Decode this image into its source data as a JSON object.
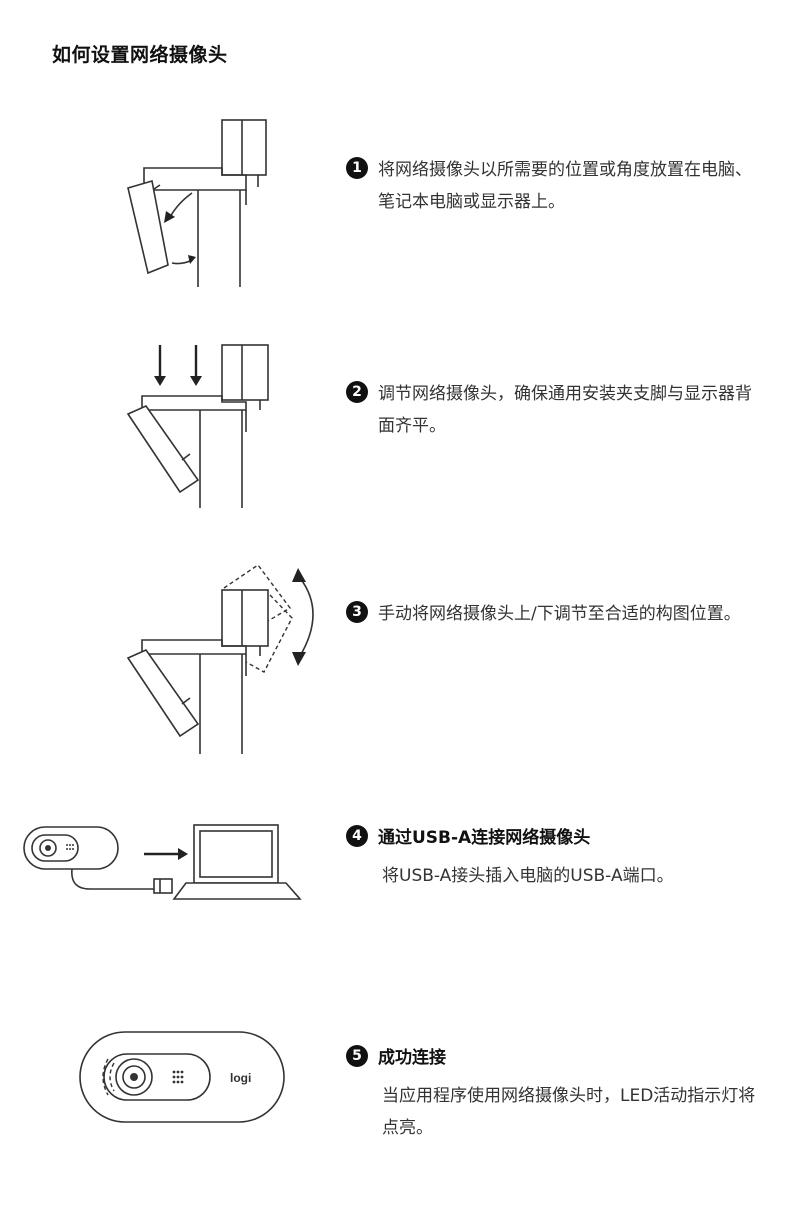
{
  "page": {
    "title": "如何设置网络摄像头"
  },
  "steps": [
    {
      "number": "1",
      "text": "将网络摄像头以所需要的位置或角度放置在电脑、笔记本电脑或显示器上。"
    },
    {
      "number": "2",
      "text": "调节网络摄像头，确保通用安装夹支脚与显示器背面齐平。"
    },
    {
      "number": "3",
      "text": "手动将网络摄像头上/下调节至合适的构图位置。"
    },
    {
      "number": "4",
      "text": "通过USB-A连接网络摄像头",
      "subtext": "将USB-A接头插入电脑的USB-A端口。"
    },
    {
      "number": "5",
      "text": "成功连接",
      "subtext": "当应用程序使用网络摄像头时，LED活动指示灯将点亮。"
    }
  ],
  "device": {
    "logo": "logi"
  }
}
